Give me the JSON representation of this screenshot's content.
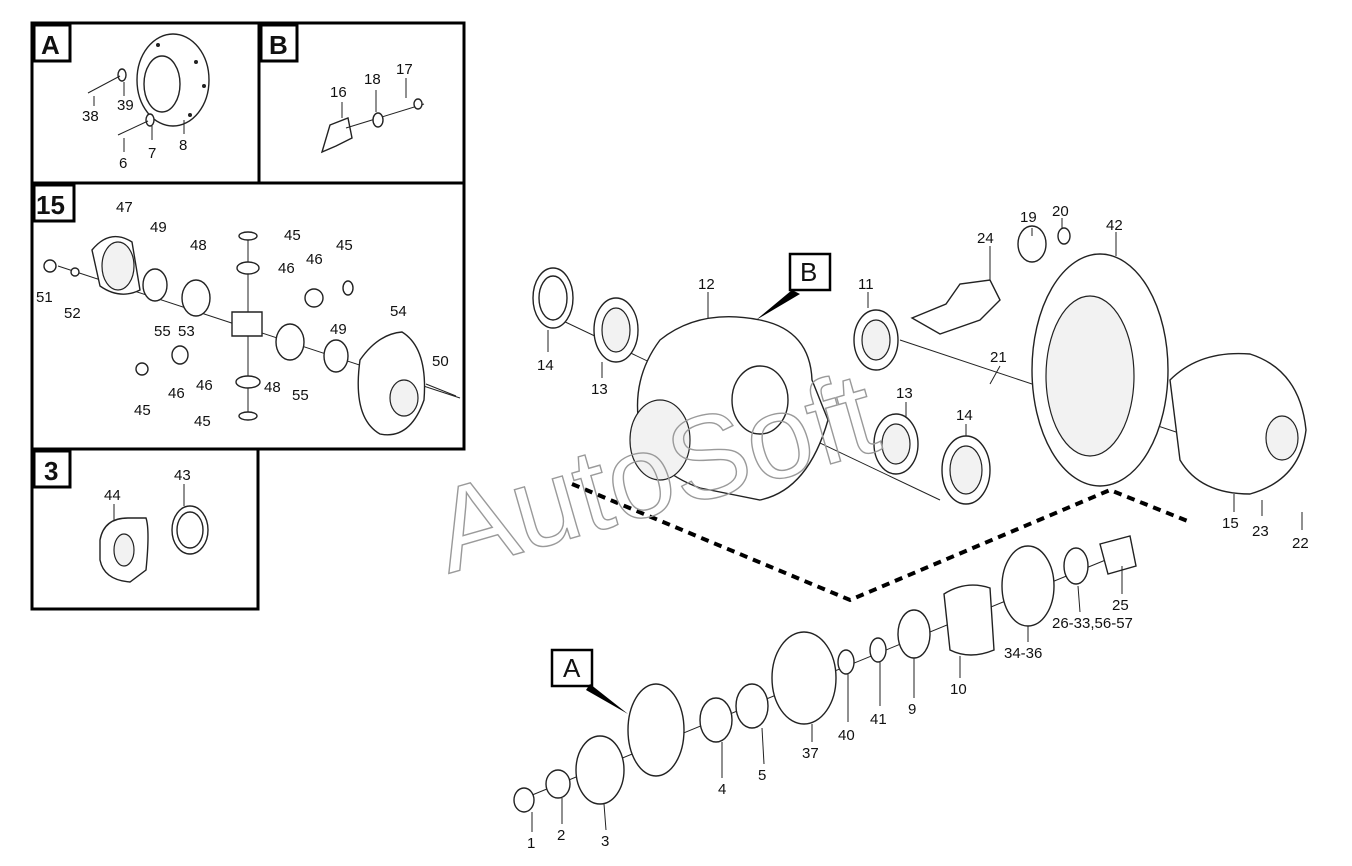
{
  "insets": {
    "A": {
      "letter": "A",
      "parts": [
        "38",
        "39",
        "6",
        "7",
        "8"
      ]
    },
    "B": {
      "letter": "B",
      "parts": [
        "16",
        "18",
        "17"
      ]
    },
    "n15": {
      "letter": "15",
      "parts": [
        "47",
        "49",
        "48",
        "45",
        "46",
        "46",
        "45",
        "51",
        "52",
        "55",
        "53",
        "49",
        "54",
        "50",
        "46",
        "45",
        "46",
        "48",
        "55",
        "45"
      ]
    },
    "n3": {
      "letter": "3",
      "parts": [
        "44",
        "43"
      ]
    }
  },
  "callouts": {
    "A": "A",
    "B": "B"
  },
  "main_labels": {
    "l14a": "14",
    "l13a": "13",
    "l12": "12",
    "l11": "11",
    "l24": "24",
    "l19": "19",
    "l20": "20",
    "l42": "42",
    "l21": "21",
    "l13b": "13",
    "l14b": "14",
    "l15": "15",
    "l23": "23",
    "l22": "22",
    "l25": "25",
    "l26": "26-33,56-57",
    "l34": "34-36",
    "l10": "10",
    "l9": "9",
    "l41": "41",
    "l40": "40",
    "l37": "37",
    "l5": "5",
    "l4": "4",
    "l1": "1",
    "l2": "2",
    "l3": "3"
  },
  "watermark": "AutoSoft"
}
